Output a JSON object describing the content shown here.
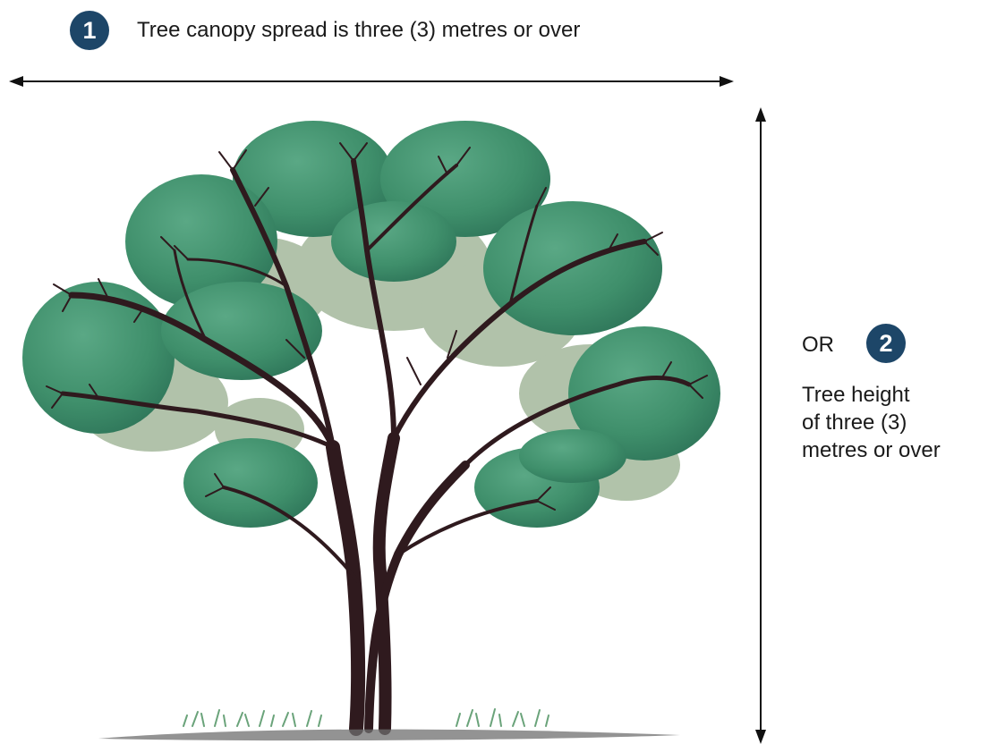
{
  "canopy": {
    "number": "1",
    "text": "Tree canopy spread is three (3) metres or over"
  },
  "height": {
    "or_text": "OR",
    "number": "2",
    "lines": [
      "Tree height",
      "of three (3)",
      "metres or over"
    ]
  },
  "colors": {
    "badge": "#1d4668",
    "foliage": "#3f8f6b",
    "foliage_light": "#9fb598",
    "trunk": "#2f1a1e",
    "grass": "#6aa37a",
    "arrow": "#111111"
  },
  "icons": [
    "canopy-spread-arrow",
    "tree-height-arrow",
    "tree-illustration"
  ]
}
